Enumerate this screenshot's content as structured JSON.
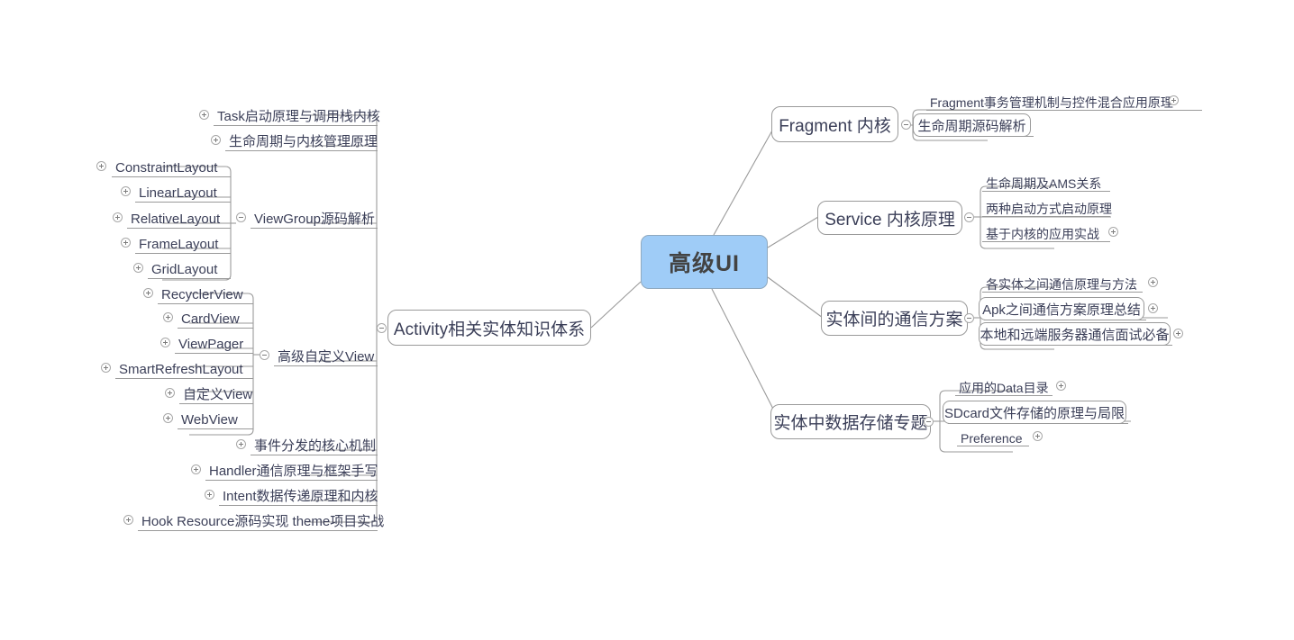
{
  "title": "高级UI",
  "colors": {
    "root_fill": "#9fccf7",
    "node_border": "#9a9a9a",
    "text": "#3b3f58",
    "connector": "#9a9a9a"
  },
  "root": {
    "label": "高级UI"
  },
  "branches": {
    "left": {
      "node": {
        "label": "Activity相关实体知识体系",
        "toggle": "minus"
      },
      "children": [
        {
          "label": "Task启动原理与调用栈内核",
          "toggle": "plus"
        },
        {
          "label": "生命周期与内核管理原理",
          "toggle": "plus"
        },
        {
          "label": "ViewGroup源码解析",
          "toggle": "minus"
        },
        {
          "label": "高级自定义View",
          "toggle": "minus"
        },
        {
          "label": "事件分发的核心机制",
          "toggle": "plus"
        },
        {
          "label": "Handler通信原理与框架手写",
          "toggle": "plus"
        },
        {
          "label": "Intent数据传递原理和内核",
          "toggle": "plus"
        },
        {
          "label": "Hook Resource源码实现 theme项目实战",
          "toggle": "plus"
        }
      ],
      "viewgroup_children": [
        {
          "label": "ConstraintLayout",
          "toggle": "plus"
        },
        {
          "label": "LinearLayout",
          "toggle": "plus"
        },
        {
          "label": "RelativeLayout",
          "toggle": "plus"
        },
        {
          "label": "FrameLayout",
          "toggle": "plus"
        },
        {
          "label": "GridLayout",
          "toggle": "plus"
        }
      ],
      "customview_children": [
        {
          "label": "RecyclerView",
          "toggle": "plus"
        },
        {
          "label": "CardView",
          "toggle": "plus"
        },
        {
          "label": "ViewPager",
          "toggle": "plus"
        },
        {
          "label": "SmartRefreshLayout",
          "toggle": "plus"
        },
        {
          "label": "自定义View",
          "toggle": "plus"
        },
        {
          "label": "WebView",
          "toggle": "plus"
        }
      ]
    },
    "right": [
      {
        "node": {
          "label": "Fragment 内核",
          "toggle": "minus"
        },
        "children": [
          {
            "label": "Fragment事务管理机制与控件混合应用原理",
            "toggle": "plus"
          },
          {
            "label": "生命周期源码解析",
            "toggle": "none"
          }
        ]
      },
      {
        "node": {
          "label": "Service 内核原理",
          "toggle": "minus"
        },
        "children": [
          {
            "label": "生命周期及AMS关系",
            "toggle": "none"
          },
          {
            "label": "两种启动方式启动原理",
            "toggle": "none"
          },
          {
            "label": "基于内核的应用实战",
            "toggle": "plus"
          }
        ]
      },
      {
        "node": {
          "label": "实体间的通信方案",
          "toggle": "minus"
        },
        "children": [
          {
            "label": "各实体之间通信原理与方法",
            "toggle": "plus"
          },
          {
            "label": "Apk之间通信方案原理总结",
            "toggle": "plus"
          },
          {
            "label": "本地和远端服务器通信面试必备",
            "toggle": "plus"
          }
        ]
      },
      {
        "node": {
          "label": "实体中数据存储专题",
          "toggle": "minus"
        },
        "children": [
          {
            "label": "应用的Data目录",
            "toggle": "plus"
          },
          {
            "label": "SDcard文件存储的原理与局限",
            "toggle": "none"
          },
          {
            "label": "Preference",
            "toggle": "plus"
          }
        ]
      }
    ]
  }
}
